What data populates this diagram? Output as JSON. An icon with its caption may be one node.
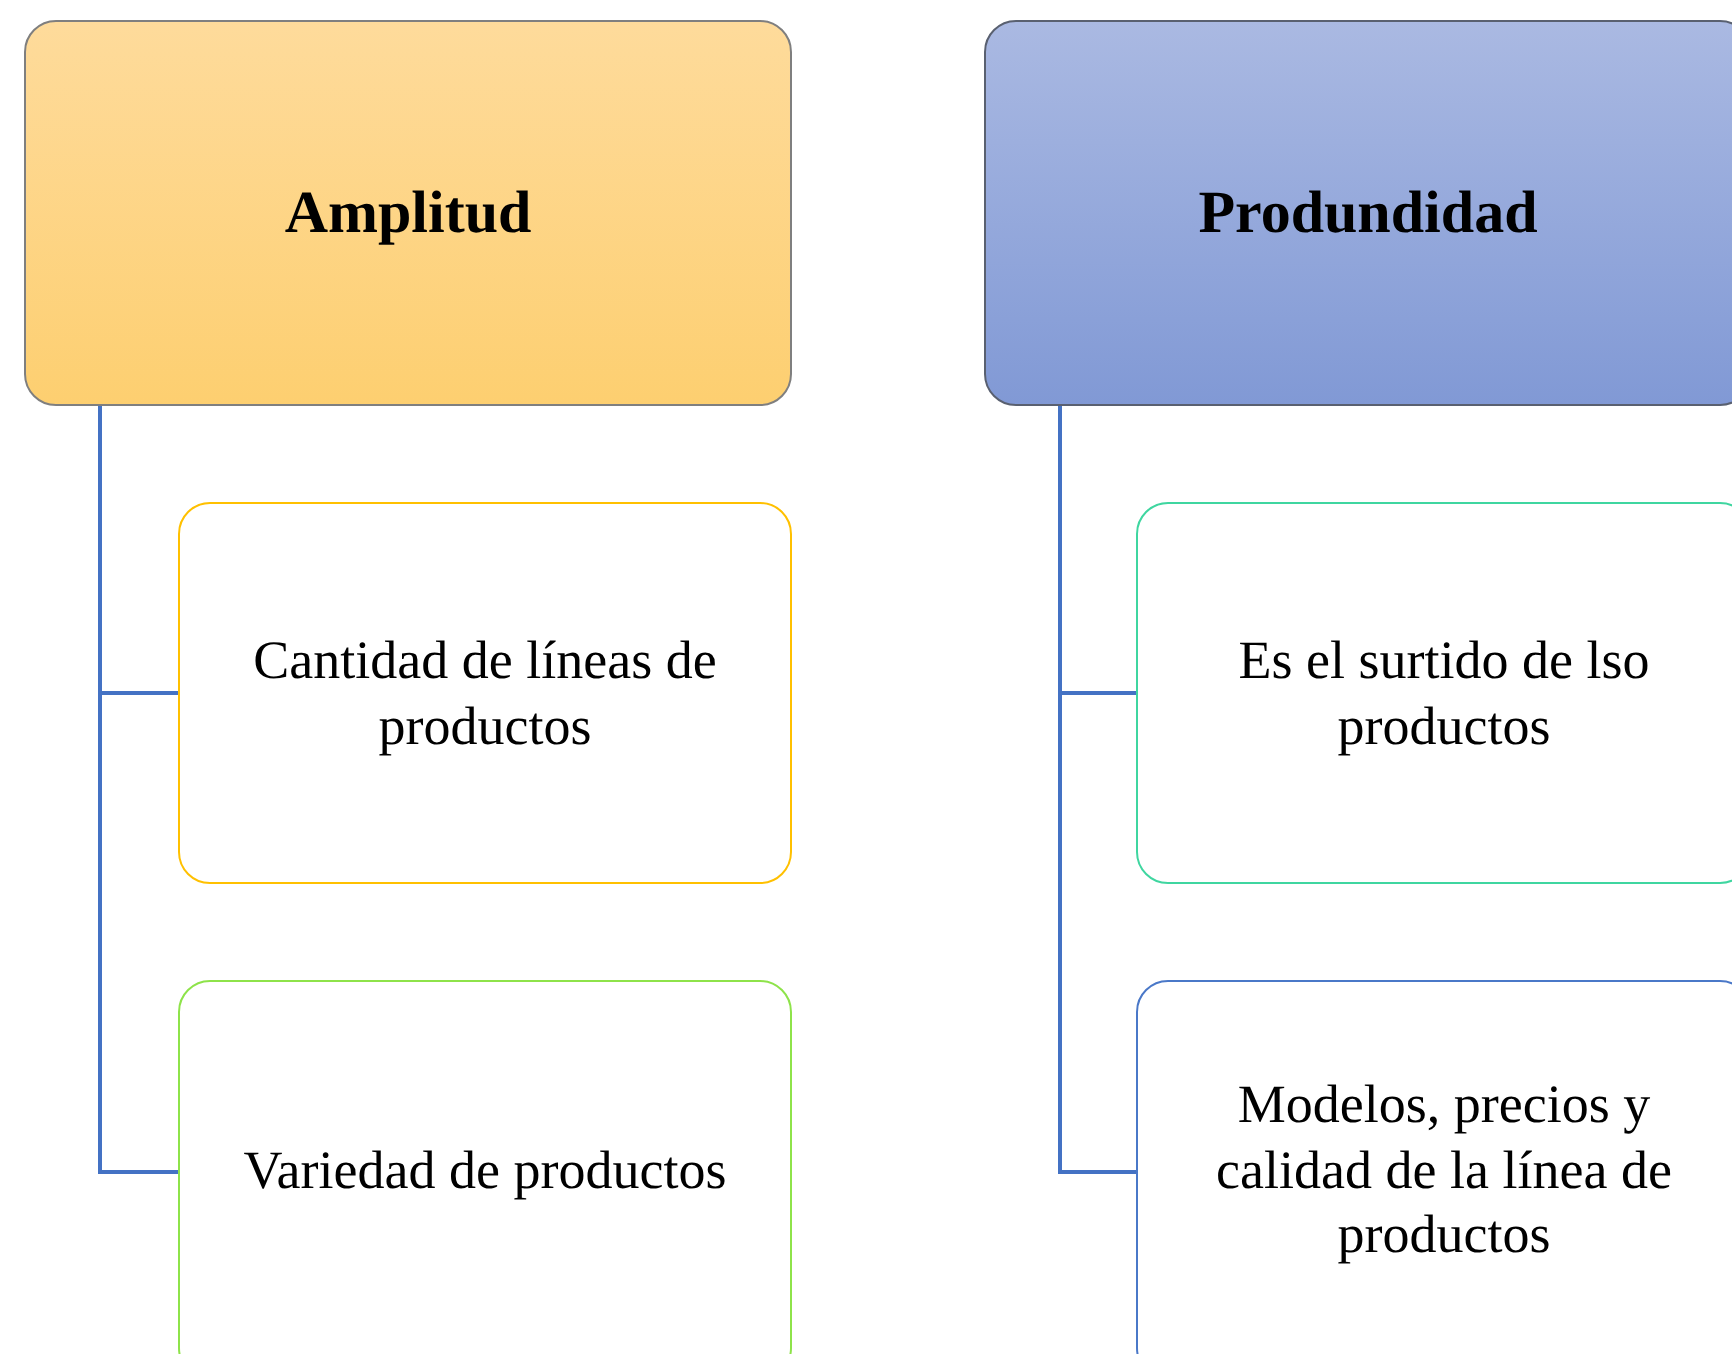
{
  "diagram": {
    "nodes": [
      {
        "text": [
          "Amplitud"
        ]
      },
      {
        "text": [
          "Cantidad de líneas de productos"
        ]
      },
      {
        "text": [
          "Variedad de productos"
        ]
      },
      {
        "text": [
          "Produndidad"
        ]
      },
      {
        "text": [
          "Es el surtido de lso productos"
        ]
      },
      {
        "text": [
          "Modelos, precios y calidad de la línea de productos"
        ]
      }
    ],
    "edges": [
      {
        "from": 0,
        "to": 1,
        "arrow": "none"
      },
      {
        "from": 0,
        "to": 2,
        "arrow": "none"
      },
      {
        "from": 3,
        "to": 4,
        "arrow": "none"
      },
      {
        "from": 3,
        "to": 5,
        "arrow": "none"
      }
    ]
  }
}
